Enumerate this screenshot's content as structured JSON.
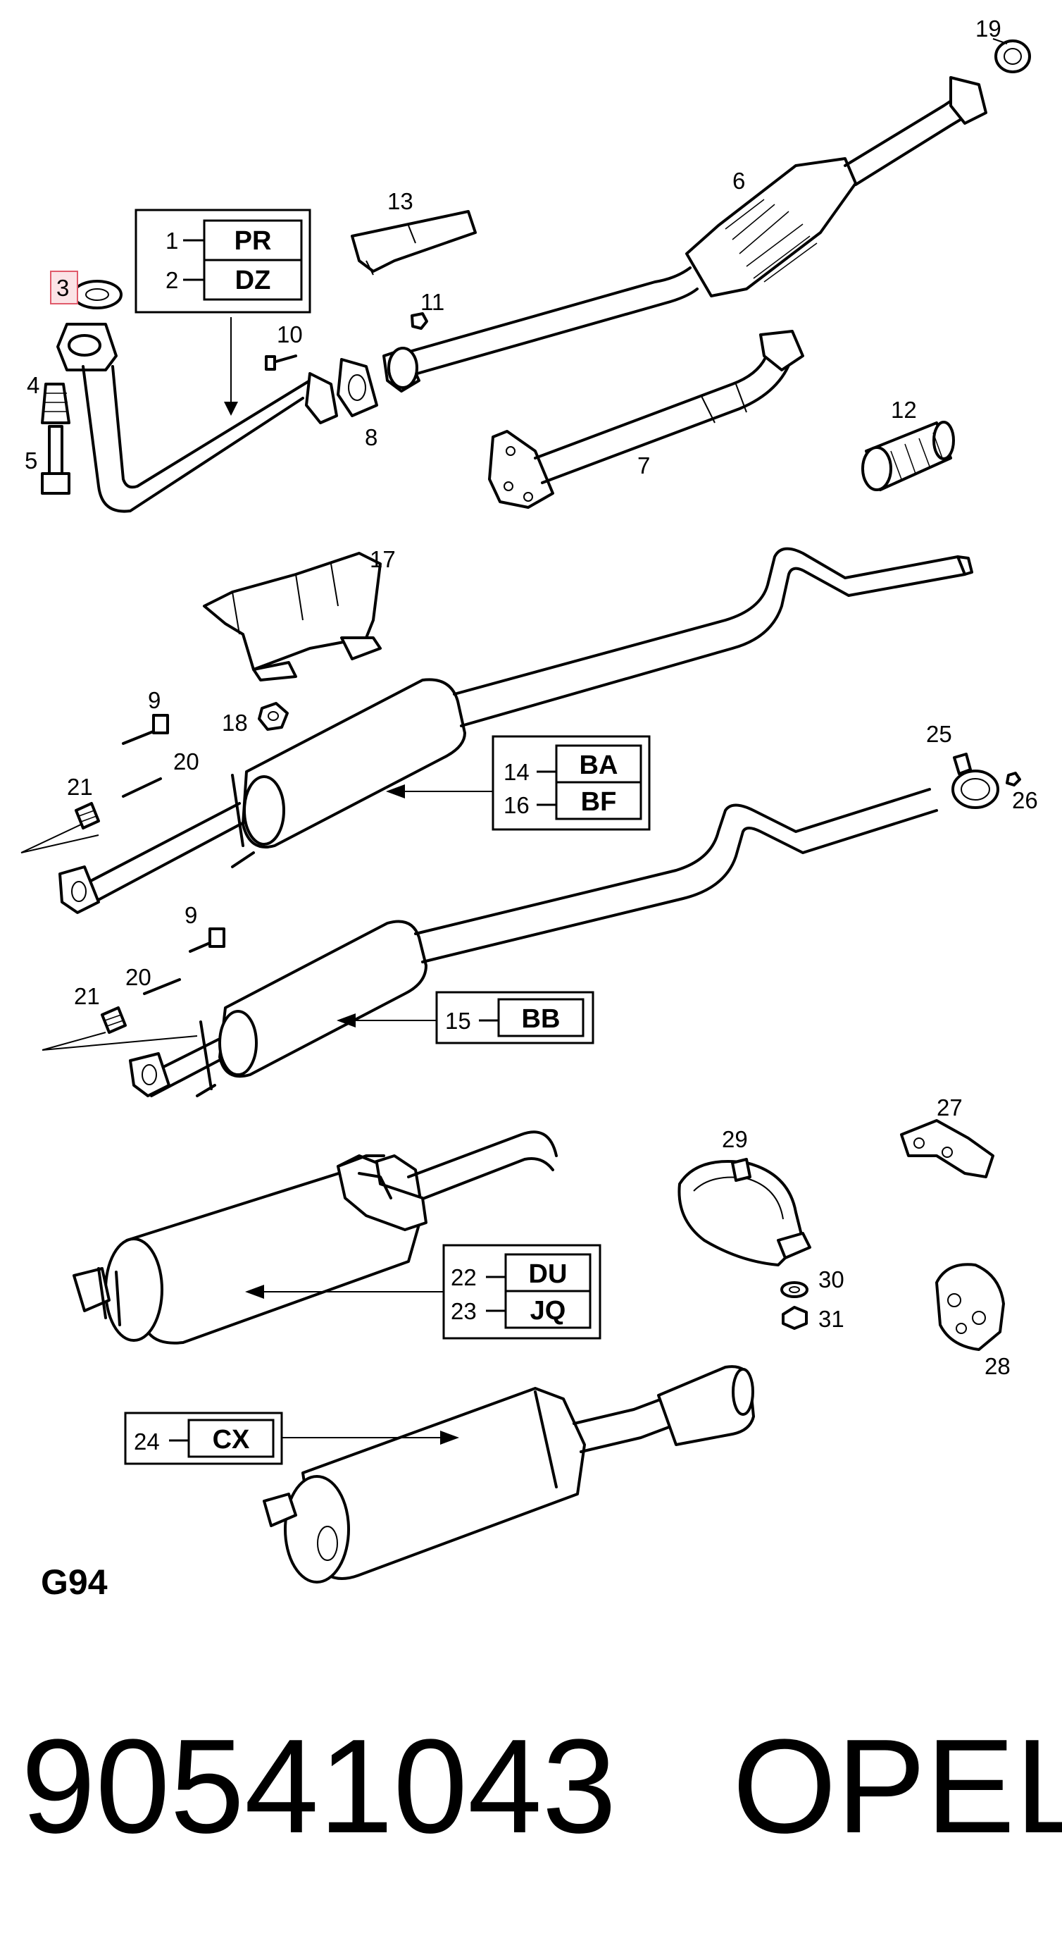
{
  "diagram_code": "G94",
  "part_number": "90541043",
  "brand": "OPEL",
  "highlighted_callout": "3",
  "highlight_color": "#e05a6a",
  "callouts": [
    "1",
    "2",
    "3",
    "4",
    "5",
    "6",
    "7",
    "8",
    "9",
    "10",
    "11",
    "12",
    "13",
    "14",
    "15",
    "16",
    "17",
    "18",
    "19",
    "20",
    "21",
    "22",
    "23",
    "24",
    "25",
    "26",
    "27",
    "28",
    "29",
    "30",
    "31"
  ],
  "variant_boxes": [
    {
      "items": [
        {
          "num": "1",
          "code": "PR"
        },
        {
          "num": "2",
          "code": "DZ"
        }
      ]
    },
    {
      "items": [
        {
          "num": "14",
          "code": "BA"
        },
        {
          "num": "16",
          "code": "BF"
        }
      ]
    },
    {
      "items": [
        {
          "num": "15",
          "code": "BB"
        }
      ]
    },
    {
      "items": [
        {
          "num": "22",
          "code": "DU"
        },
        {
          "num": "23",
          "code": "JQ"
        }
      ]
    },
    {
      "items": [
        {
          "num": "24",
          "code": "CX"
        }
      ]
    }
  ]
}
